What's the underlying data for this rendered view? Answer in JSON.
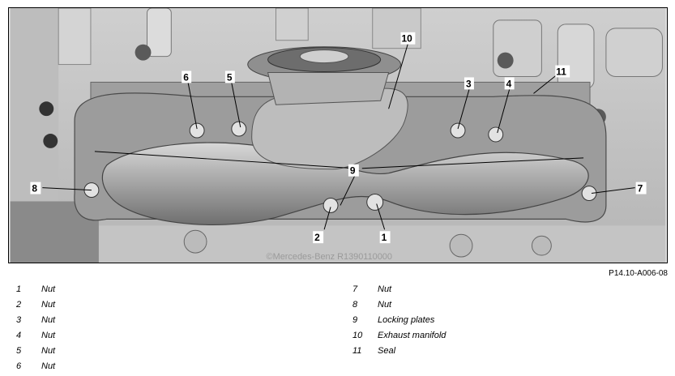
{
  "figure": {
    "reference": "P14.10-A006-08",
    "watermark": "©Mercedes-Benz  R1390110000",
    "callouts": [
      "10",
      "11",
      "6",
      "5",
      "3",
      "4",
      "9",
      "8",
      "7",
      "2",
      "1"
    ]
  },
  "legend": {
    "left": [
      {
        "num": "1",
        "text": "Nut"
      },
      {
        "num": "2",
        "text": "Nut"
      },
      {
        "num": "3",
        "text": "Nut"
      },
      {
        "num": "4",
        "text": "Nut"
      },
      {
        "num": "5",
        "text": "Nut"
      },
      {
        "num": "6",
        "text": "Nut"
      }
    ],
    "right": [
      {
        "num": "7",
        "text": "Nut"
      },
      {
        "num": "8",
        "text": "Nut"
      },
      {
        "num": "9",
        "text": "Locking plates"
      },
      {
        "num": "10",
        "text": "Exhaust manifold"
      },
      {
        "num": "11",
        "text": "Seal"
      }
    ]
  }
}
